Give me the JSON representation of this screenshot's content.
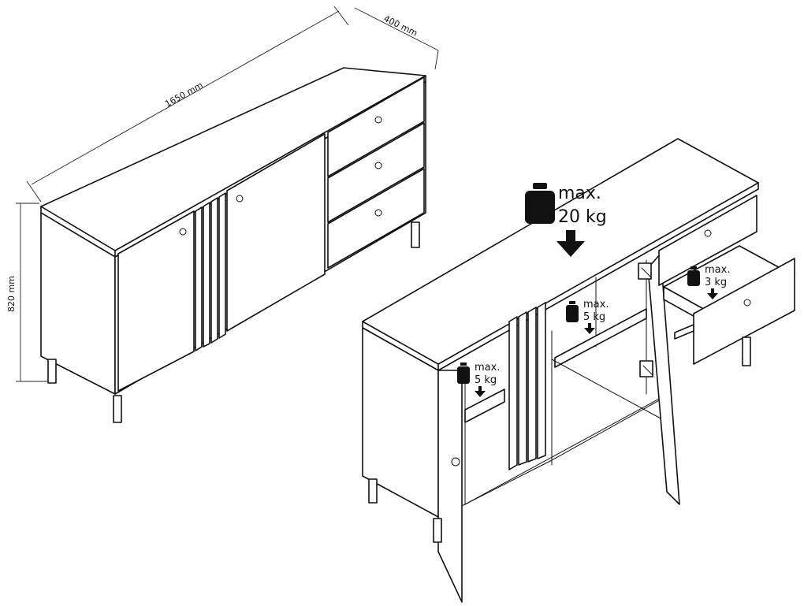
{
  "dimensions": {
    "width": "1650 mm",
    "depth": "400 mm",
    "height": "820 mm"
  },
  "load_limits": {
    "top": {
      "max": "max.",
      "weight": "20 kg"
    },
    "shelf_left": {
      "max": "max.",
      "weight": "5 kg"
    },
    "shelf_middle": {
      "max": "max.",
      "weight": "5 kg"
    },
    "drawer": {
      "max": "max.",
      "weight": "3 kg"
    }
  },
  "icons": [
    "weight-icon",
    "down-arrow-icon"
  ],
  "colors": {
    "line": "#111111",
    "background": "#ffffff"
  }
}
